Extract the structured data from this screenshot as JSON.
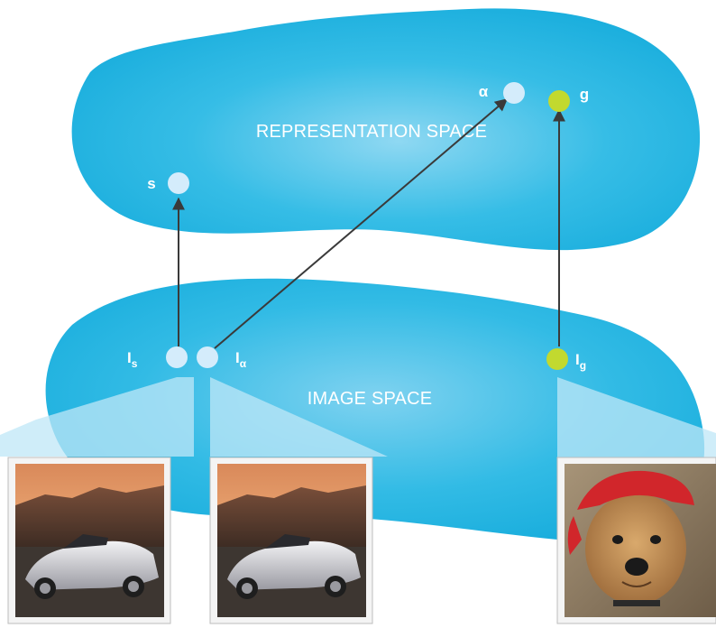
{
  "representation_space": {
    "label": "REPRESENTATION SPACE",
    "points": {
      "a": {
        "label": "α"
      },
      "g": {
        "label": "g"
      },
      "s": {
        "label": "s"
      }
    }
  },
  "image_space": {
    "label": "IMAGE SPACE",
    "points": {
      "Is": {
        "label": "I",
        "sub": "s"
      },
      "Ia": {
        "label": "I",
        "sub": "α"
      },
      "Ig": {
        "label": "I",
        "sub": "g"
      }
    }
  },
  "thumbnails": [
    {
      "name": "car-photo-1",
      "subject": "silver convertible car in desert"
    },
    {
      "name": "car-photo-2",
      "subject": "silver convertible car in desert (perturbed)"
    },
    {
      "name": "dog-photo",
      "subject": "dog wearing red cap"
    }
  ],
  "colors": {
    "blob": "#1fb3e1",
    "blob_highlight": "#7fd3f0",
    "point": "#d4ecfb",
    "point_highlight": "#c2d92f",
    "arrow": "#3a3a3a",
    "cone": "#b9e5f6"
  }
}
